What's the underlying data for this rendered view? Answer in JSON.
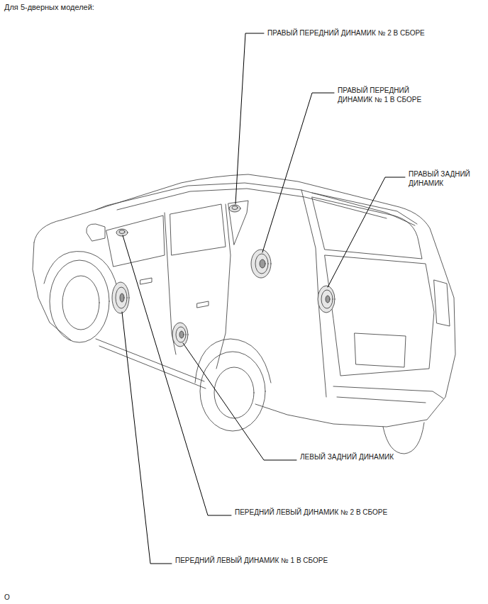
{
  "diagram": {
    "title": "Для 5-дверных моделей:",
    "labels": [
      "ПРАВЫЙ ПЕРЕДНИЙ ДИНАМИК № 2 В СБОРЕ",
      "ПРАВЫЙ ПЕРЕДНИЙ ДИНАМИК № 1 В СБОРЕ",
      "ПРАВЫЙ ЗАДНИЙ ДИНАМИК",
      "ЛЕВЫЙ ЗАДНИЙ ДИНАМИК",
      "ПЕРЕДНИЙ ЛЕВЫЙ ДИНАМИК № 2 В СБОРЕ",
      "ПЕРЕДНИЙ ЛЕВЫЙ ДИНАМИК № 1 В СБОРЕ",
      "O"
    ]
  }
}
